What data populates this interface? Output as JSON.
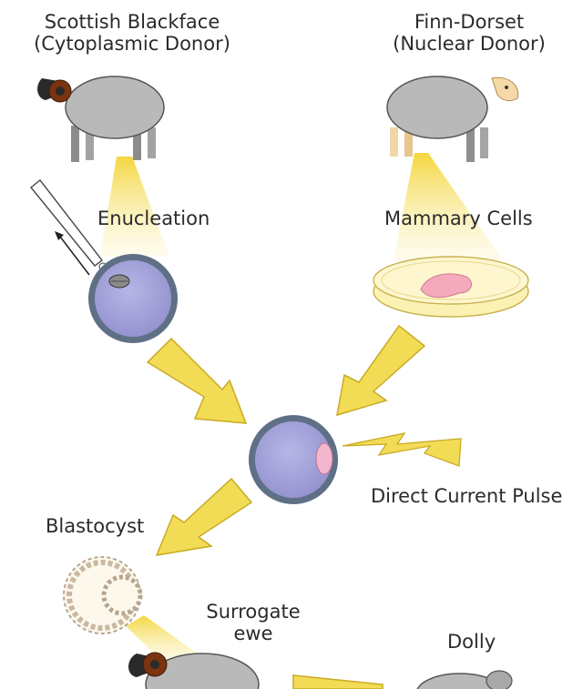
{
  "labels": {
    "cytoplasmic_donor_breed": "Scottish Blackface",
    "cytoplasmic_donor_role": "(Cytoplasmic Donor)",
    "nuclear_donor_breed": "Finn-Dorset",
    "nuclear_donor_role": "(Nuclear Donor)",
    "enucleation": "Enucleation",
    "mammary_cells": "Mammary Cells",
    "direct_current_pulse": "Direct Current Pulse",
    "blastocyst": "Blastocyst",
    "surrogate_line1": "Surrogate",
    "surrogate_line2": "ewe",
    "dolly": "Dolly"
  },
  "colors": {
    "wool": "#b9b9b9",
    "black_face": "#2a2a2a",
    "horn": "#7a3410",
    "finn_face": "#f6d9a8",
    "beam": "#f5e27a",
    "arrow_fill": "#f2dc55",
    "arrow_stroke": "#c9aa23",
    "egg": "#a9a8dc",
    "egg_rim": "#5f7086",
    "nucleus": "#f3b6cf",
    "dish": "#fbf1b3",
    "tissue": "#f4a9bc"
  },
  "icons": [
    "scottish-blackface-sheep-icon",
    "finn-dorset-sheep-icon",
    "micropipette-icon",
    "egg-cell-icon",
    "petri-dish-icon",
    "fused-cell-icon",
    "lightning-bolt-icon",
    "blastocyst-icon",
    "surrogate-ewe-icon",
    "dolly-sheep-icon"
  ]
}
